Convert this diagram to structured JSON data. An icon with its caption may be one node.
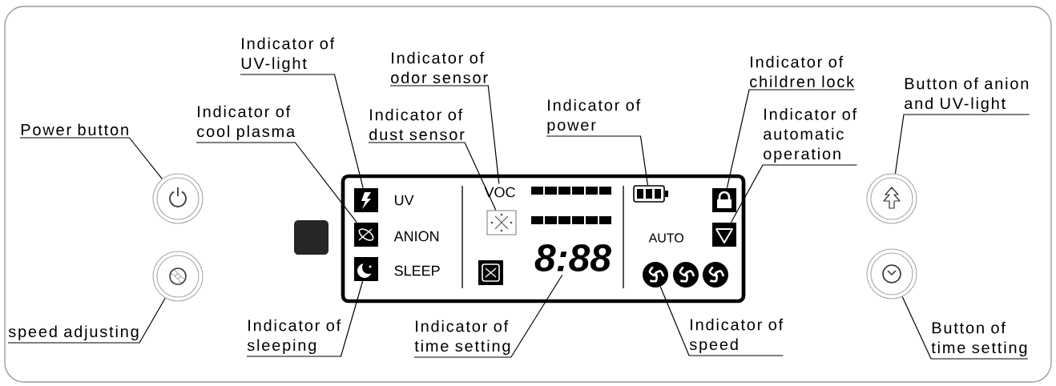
{
  "diagram": {
    "nodes": [
      {
        "text": [
          "Power button"
        ]
      },
      {
        "text": [],
        "shape": "circle"
      },
      {
        "text": [
          "speed adjusting"
        ]
      },
      {
        "text": [],
        "shape": "circle"
      },
      {
        "text": [
          "Indicator of UV-light"
        ]
      },
      {
        "text": [],
        "shape": "box"
      },
      {
        "text": [
          "Indicator of cool plasma"
        ]
      },
      {
        "text": [],
        "shape": "box"
      },
      {
        "text": [
          "Indicator of sleeping"
        ]
      },
      {
        "text": [],
        "shape": "box"
      },
      {
        "text": [
          "Indicator of odor sensor"
        ]
      },
      {
        "text": [
          "VOC"
        ]
      },
      {
        "text": [
          "Indicator of dust sensor"
        ]
      },
      {
        "text": [],
        "shape": "box"
      },
      {
        "text": [
          "Indicator of time setting"
        ]
      },
      {
        "text": [
          "8:88"
        ]
      },
      {
        "text": [
          "Indicator of power"
        ]
      },
      {
        "text": [],
        "shape": "box"
      },
      {
        "text": [
          "Indicator of children lock"
        ]
      },
      {
        "text": [],
        "shape": "box"
      },
      {
        "text": [
          "Indicator of automatic operation"
        ]
      },
      {
        "text": [],
        "shape": "box"
      },
      {
        "text": [
          "Indicator of speed"
        ]
      },
      {
        "text": [],
        "shape": "circle"
      },
      {
        "text": [
          "Button of anion and UV-light"
        ]
      },
      {
        "text": [],
        "shape": "circle"
      },
      {
        "text": [
          "Button of time setting"
        ]
      },
      {
        "text": [],
        "shape": "circle"
      }
    ],
    "edges": [
      {
        "from": 0,
        "to": 1,
        "arrow": "none"
      },
      {
        "from": 2,
        "to": 3,
        "arrow": "none"
      },
      {
        "from": 4,
        "to": 5,
        "arrow": "none"
      },
      {
        "from": 6,
        "to": 7,
        "arrow": "none"
      },
      {
        "from": 8,
        "to": 9,
        "arrow": "none"
      },
      {
        "from": 10,
        "to": 11,
        "arrow": "none"
      },
      {
        "from": 12,
        "to": 13,
        "arrow": "none"
      },
      {
        "from": 14,
        "to": 15,
        "arrow": "none"
      },
      {
        "from": 16,
        "to": 17,
        "arrow": "none"
      },
      {
        "from": 18,
        "to": 19,
        "arrow": "none"
      },
      {
        "from": 20,
        "to": 21,
        "arrow": "none"
      },
      {
        "from": 22,
        "to": 23,
        "arrow": "none"
      },
      {
        "from": 24,
        "to": 25,
        "arrow": "none"
      },
      {
        "from": 26,
        "to": 27,
        "arrow": "none"
      }
    ],
    "labels": [
      "UV",
      "ANION",
      "SLEEP",
      "AUTO"
    ]
  }
}
